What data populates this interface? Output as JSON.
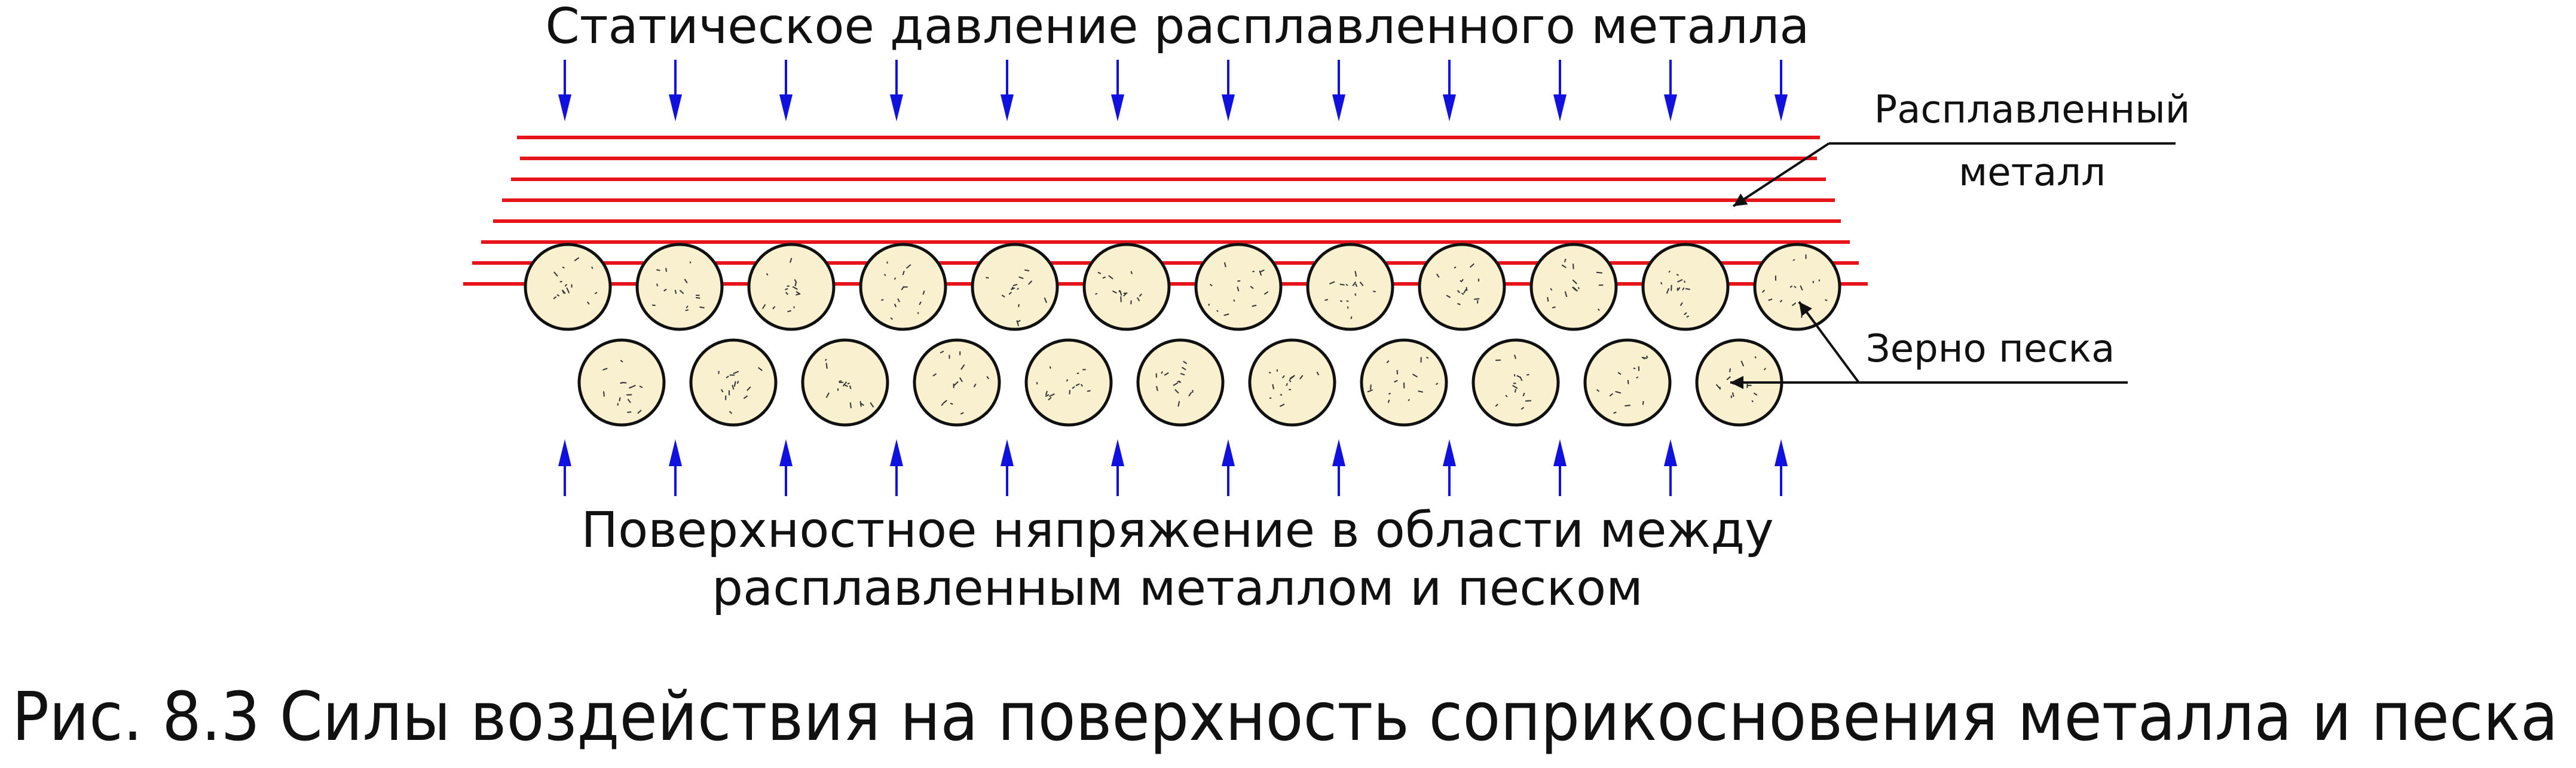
{
  "top_label": "Статическое давление расплавленного металла",
  "bottom_label_line1": "Поверхностное няпряжение в области между",
  "bottom_label_line2": "расплавленным металлом и песком",
  "callout_metal_line1": "Расплавленный",
  "callout_metal_line2": "металл",
  "callout_sand": "Зерно песка",
  "caption": "Рис. 8.3 Силы воздействия на поверхность соприкосновения металла и песка",
  "colors": {
    "metal_line": "#e8141b",
    "pressure_arrow": "#1010e0",
    "sand_grain_fill": "#f8f0cf",
    "sand_grain_stroke": "#111111",
    "leader_line": "#111111"
  }
}
